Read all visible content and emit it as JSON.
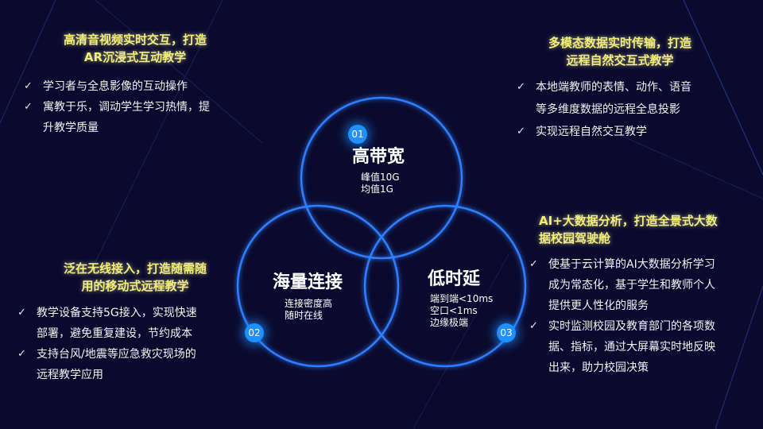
{
  "top_left": {
    "title": [
      "高清音视频实时交互，打造",
      "AR沉浸式互动教学"
    ],
    "bullets": [
      "学习者与全息影像的互动操作",
      "寓教于乐，调动学生学习热情，提",
      "升教学质量"
    ]
  },
  "top_right": {
    "title": [
      "多模态数据实时传输，打造",
      "远程自然交互式教学"
    ],
    "bullets": [
      "本地端教师的表情、动作、语音",
      "等多维度数据的远程全息投影",
      "实现远程自然交互教学"
    ]
  },
  "bottom_left": {
    "title": [
      "泛在无线接入，打造随需随",
      "用的移动式远程教学"
    ],
    "bullets": [
      "教学设备支持5G接入，实现快速",
      "部署，避免重复建设，节约成本",
      "支持台风/地震等应急救灾现场的",
      "远程教学应用"
    ]
  },
  "bottom_right": {
    "title": [
      "AI+大数据分析，打造全景式大数",
      "据校园驾驶舱"
    ],
    "bullets": [
      "使基于云计算的AI大数据分析学习",
      "成为常态化，基于学生和教师个人",
      "提供更人性化的服务",
      "实时监测校园及教育部门的各项数",
      "据、指标，通过大屏幕实时地反映",
      "出来，助力校园决策"
    ]
  },
  "circles": {
    "c1": {
      "num": "01",
      "title": "高带宽",
      "lines": [
        "峰值10G",
        "均值1G"
      ]
    },
    "c2": {
      "num": "02",
      "title": "海量连接",
      "lines": [
        "连接密度高",
        "随时在线"
      ]
    },
    "c3": {
      "num": "03",
      "title": "低时延",
      "lines": [
        "端到端<10ms",
        "空口<1ms",
        "边缘极端"
      ]
    }
  },
  "check_icon": "✓",
  "colors": {
    "background": "#0b0a2e",
    "title_yellow": "#f2ee7a",
    "circle_blue": "#2f7fff",
    "badge_blue": "#1e90ff"
  }
}
